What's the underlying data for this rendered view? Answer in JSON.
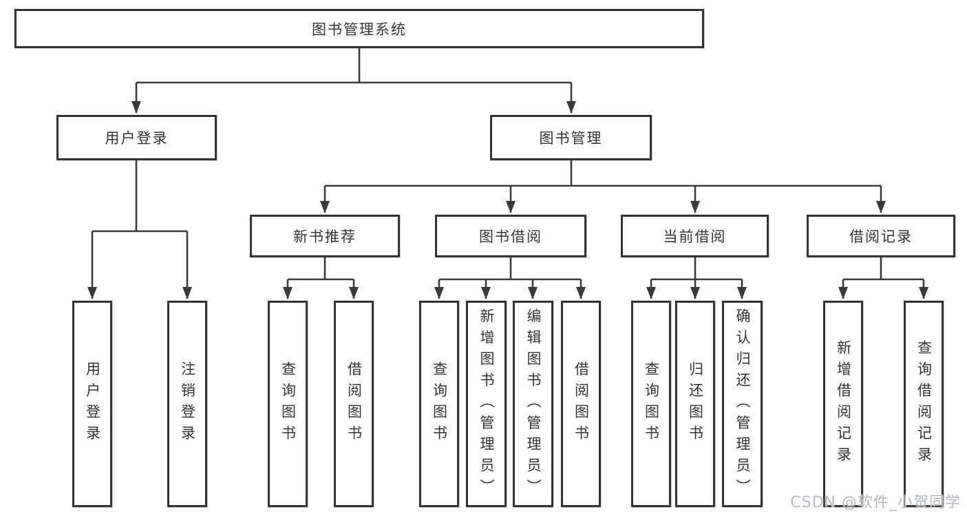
{
  "diagram": {
    "watermark": "CSDN @软件_小贺同学",
    "colors": {
      "background": "#ffffff",
      "line": "#3a3a3a",
      "box_border": "#333333",
      "text": "#333333",
      "watermark_text": "#b4bac2"
    },
    "nodes": {
      "root": {
        "label": "图书管理系统"
      },
      "user_login": {
        "label": "用户登录"
      },
      "book_mgmt": {
        "label": "图书管理"
      },
      "new_rec": {
        "label": "新书推荐"
      },
      "borrow": {
        "label": "图书借阅"
      },
      "current": {
        "label": "当前借阅"
      },
      "records": {
        "label": "借阅记录"
      },
      "leaf_login": {
        "label": "用户登录"
      },
      "leaf_logout": {
        "label": "注销登录"
      },
      "leaf_rec_query": {
        "label": "查询图书"
      },
      "leaf_rec_borrow": {
        "label": "借阅图书"
      },
      "leaf_bor_query": {
        "label": "查询图书"
      },
      "leaf_bor_add": {
        "label": "新增图书（管理员）"
      },
      "leaf_bor_edit": {
        "label": "编辑图书（管理员）"
      },
      "leaf_bor_borrow": {
        "label": "借阅图书"
      },
      "leaf_cur_query": {
        "label": "查询图书"
      },
      "leaf_cur_return": {
        "label": "归还图书"
      },
      "leaf_cur_confirm": {
        "label": "确认归还（管理员）"
      },
      "leaf_recd_add": {
        "label": "新增借阅记录"
      },
      "leaf_recd_query": {
        "label": "查询借阅记录"
      }
    },
    "hierarchy": {
      "图书管理系统": {
        "用户登录": [
          "用户登录",
          "注销登录"
        ],
        "图书管理": {
          "新书推荐": [
            "查询图书",
            "借阅图书"
          ],
          "图书借阅": [
            "查询图书",
            "新增图书（管理员）",
            "编辑图书（管理员）",
            "借阅图书"
          ],
          "当前借阅": [
            "查询图书",
            "归还图书",
            "确认归还（管理员）"
          ],
          "借阅记录": [
            "新增借阅记录",
            "查询借阅记录"
          ]
        }
      }
    }
  }
}
